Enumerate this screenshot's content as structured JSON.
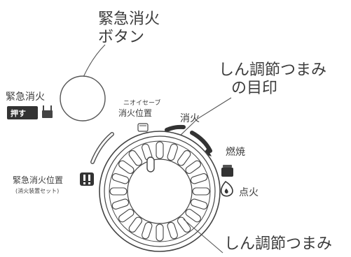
{
  "callouts": {
    "emergency_button": [
      "緊急消火",
      "ボタン"
    ],
    "wick_mark": [
      "しん調節つまみ",
      "の目印"
    ],
    "wick_knob": "しん調節つまみ"
  },
  "labels": {
    "emergency": "緊急消火",
    "push": "押す",
    "odorsafe": "ニオイセーブ",
    "extinguish_position": "消火位置",
    "extinguish": "消火",
    "burning": "燃焼",
    "ignite": "点火",
    "emergency_position": "緊急消火位置",
    "emergency_position_sub": "(消火装置セット)"
  },
  "colors": {
    "badge": "#333333",
    "line": "#555555"
  },
  "icons": [
    "hand-press-icon",
    "warning-icon",
    "flame-icon"
  ]
}
